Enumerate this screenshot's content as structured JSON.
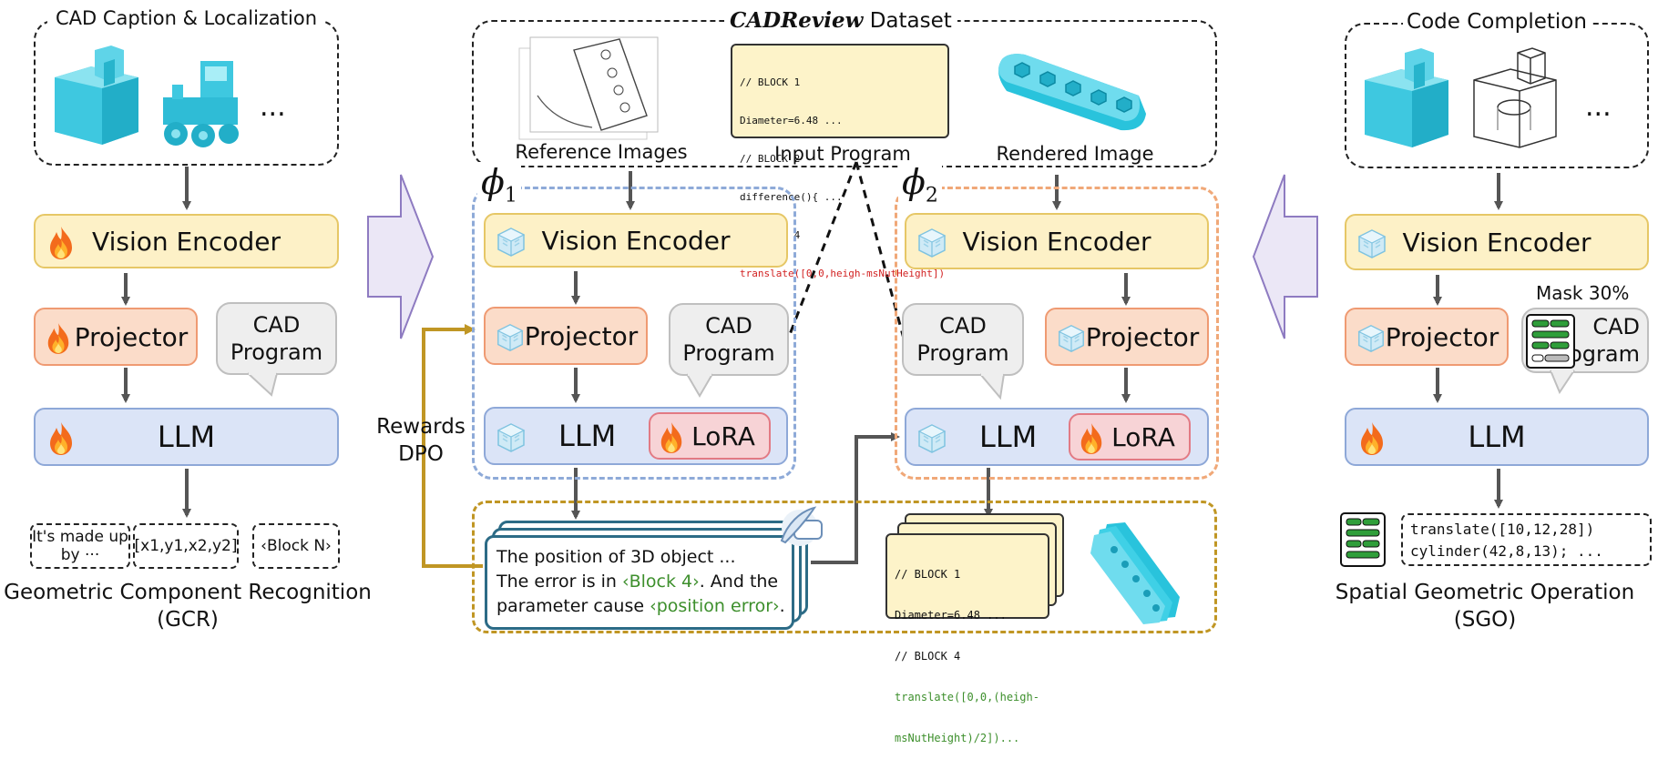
{
  "left": {
    "title": "CAD Caption & Localization",
    "ellipsis": "...",
    "vision_encoder": "Vision Encoder",
    "projector": "Projector",
    "bubble": [
      "CAD",
      "Program"
    ],
    "llm": "LLM",
    "outputs": [
      "It's made up by ···",
      "[x1,y1,x2,y2]",
      "‹Block N›"
    ],
    "task_line1": "Geometric Component Recognition",
    "task_line2": "(GCR)"
  },
  "center": {
    "dataset_title_italic": "CADReview",
    "dataset_title_rest": " Dataset",
    "ref_label": "Reference Images",
    "input_label": "Input Program",
    "render_label": "Rendered Image",
    "input_code": [
      {
        "text": "// BLOCK 1",
        "color": "#111111"
      },
      {
        "text": "Diameter=6.48 ...",
        "color": "#111111"
      },
      {
        "text": "// BLOCK 2",
        "color": "#111111"
      },
      {
        "text": "difference(){ ...",
        "color": "#111111"
      },
      {
        "text": "// BLOCK 4",
        "color": "#111111"
      },
      {
        "text": "translate([0,0,heigh-msNutHeight])",
        "color": "#d22222"
      },
      {
        "text": "...",
        "color": "#111111"
      }
    ],
    "phi1": "ϕ",
    "phi1_sub": "1",
    "phi2": "ϕ",
    "phi2_sub": "2",
    "p1_vision_encoder": "Vision Encoder",
    "p1_projector": "Projector",
    "p1_bubble": [
      "CAD",
      "Program"
    ],
    "p1_llm": "LLM",
    "p1_lora": "LoRA",
    "p2_vision_encoder": "Vision Encoder",
    "p2_projector": "Projector",
    "p2_bubble": [
      "CAD",
      "Program"
    ],
    "p2_llm": "LLM",
    "p2_lora": "LoRA",
    "rewards": "Rewards",
    "dpo": "DPO",
    "review_line1": "The position of 3D object ...",
    "review_line2_a": "The error is in ",
    "review_line2_tag": "‹Block 4›",
    "review_line2_b": ". And the",
    "review_line3_a": "parameter cause ",
    "review_line3_tag": "‹position error›",
    "review_line3_b": ".",
    "fixed_code": [
      {
        "text": "// BLOCK 1",
        "color": "#111111"
      },
      {
        "text": "Diameter=6.48 ...",
        "color": "#111111"
      },
      {
        "text": "// BLOCK 4",
        "color": "#111111"
      },
      {
        "text": "translate([0,0,(heigh-",
        "color": "#3d8f2c"
      },
      {
        "text": "msNutHeight)/2])...",
        "color": "#3d8f2c"
      }
    ]
  },
  "right": {
    "title": "Code Completion",
    "ellipsis": "...",
    "vision_encoder": "Vision Encoder",
    "projector": "Projector",
    "mask": "Mask 30%",
    "bubble": [
      "CAD",
      "Program"
    ],
    "llm": "LLM",
    "code_line1": "translate([10,12,28])",
    "code_line2": "cylinder(42,8,13); ...",
    "task_line1": "Spatial Geometric Operation",
    "task_line2": "(SGO)"
  },
  "colors": {
    "vision_encoder_fill": "#fdf1c7",
    "projector_fill": "#fbdcc9",
    "llm_fill": "#dbe4f7",
    "lora_fill": "#f7d3d6",
    "phi1_border": "#8eaad8",
    "phi2_border": "#f0a878",
    "dpo_arrow": "#c09624",
    "review_border": "#2c6b86",
    "accent_green": "#3d8f2c",
    "accent_red": "#d22222"
  },
  "icons": [
    "fire-icon",
    "frozen-cube-icon",
    "quill-scroll-icon",
    "mask-blocks-icon"
  ]
}
